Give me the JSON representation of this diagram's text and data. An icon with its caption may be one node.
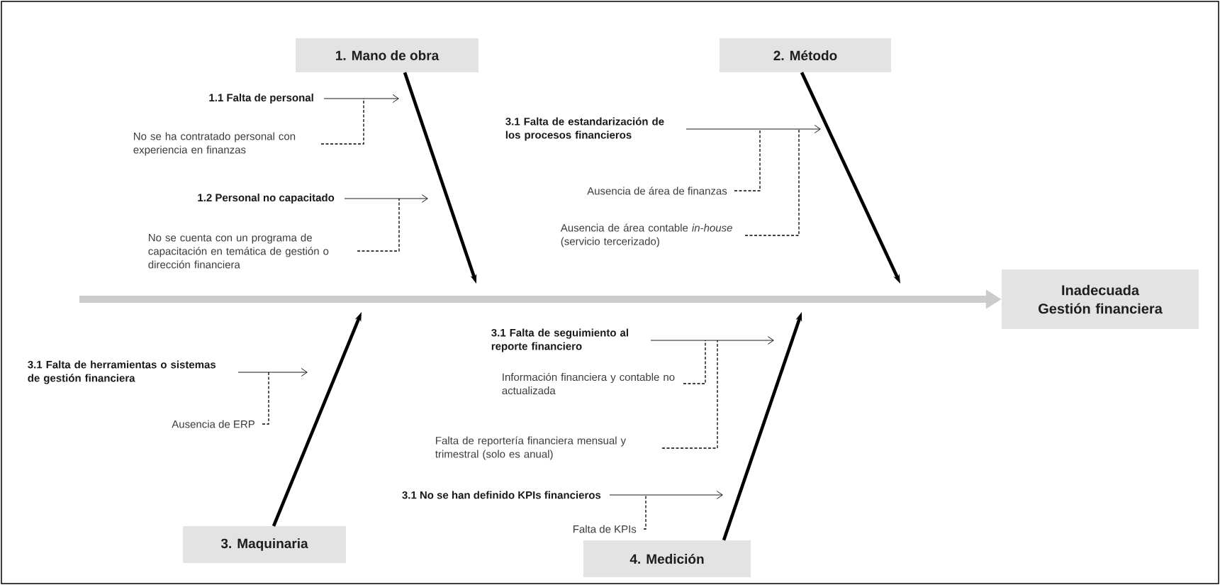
{
  "diagram": {
    "nodes": [
      {
        "text": [
          "1. Mano de obra"
        ]
      },
      {
        "text": [
          "2. Método"
        ]
      },
      {
        "text": [
          "1.1 Falta de personal"
        ]
      },
      {
        "text": [
          "No se ha contratado personal con experiencia en finanzas"
        ]
      },
      {
        "text": [
          "1.2 Personal no capacitado"
        ]
      },
      {
        "text": [
          "No se cuenta con un programa de capacitación en temática de gestión o dirección financiera"
        ]
      },
      {
        "text": [
          "3.1 Falta de estandarización de los procesos financieros"
        ]
      },
      {
        "text": [
          "Ausencia de área de finanzas"
        ]
      },
      {
        "text": [
          "Ausencia de área contable *in-house* (servicio tercerizado)"
        ]
      },
      {
        "text": [
          "Inadecuada Gestión financiera"
        ]
      },
      {
        "text": [
          "3.1 Falta de herramientas o sistemas de gestión financiera"
        ]
      },
      {
        "text": [
          "Ausencia de ERP"
        ]
      },
      {
        "text": [
          "3.1 Falta de seguimiento al reporte financiero"
        ]
      },
      {
        "text": [
          "Información financiera y contable no actualizada"
        ]
      },
      {
        "text": [
          "Falta de reportería financiera mensual y trimestral (solo es anual)"
        ]
      },
      {
        "text": [
          "3.1 No se han definido KPIs financieros"
        ]
      },
      {
        "text": [
          "Falta de KPIs"
        ]
      },
      {
        "text": [
          "3. Maquinaria"
        ]
      },
      {
        "text": [
          "4. Medición"
        ]
      }
    ],
    "edges": [
      {
        "from": null,
        "to": 9,
        "arrow": "to",
        "style": "thick",
        "color": "#cccccc"
      },
      {
        "from": 0,
        "to": null,
        "arrow": "to",
        "style": "thick"
      },
      {
        "from": 1,
        "to": null,
        "arrow": "to",
        "style": "thick"
      },
      {
        "from": 17,
        "to": null,
        "arrow": "to",
        "style": "thick"
      },
      {
        "from": 18,
        "to": null,
        "arrow": "to",
        "style": "thick"
      },
      {
        "from": 2,
        "to": null,
        "arrow": "to"
      },
      {
        "from": 4,
        "to": null,
        "arrow": "to"
      },
      {
        "from": 6,
        "to": null,
        "arrow": "to"
      },
      {
        "from": 10,
        "to": null,
        "arrow": "to"
      },
      {
        "from": 12,
        "to": null,
        "arrow": "to"
      },
      {
        "from": 15,
        "to": null,
        "arrow": "to"
      },
      {
        "from": 3,
        "to": null,
        "arrow": "none",
        "style": "dashed"
      },
      {
        "from": 5,
        "to": null,
        "arrow": "none",
        "style": "dashed"
      },
      {
        "from": 7,
        "to": null,
        "arrow": "none",
        "style": "dashed"
      },
      {
        "from": 8,
        "to": null,
        "arrow": "none",
        "style": "dashed"
      },
      {
        "from": 11,
        "to": null,
        "arrow": "none",
        "style": "dashed"
      },
      {
        "from": 13,
        "to": null,
        "arrow": "none",
        "style": "dashed"
      },
      {
        "from": 14,
        "to": null,
        "arrow": "none",
        "style": "dashed"
      },
      {
        "from": 16,
        "to": null,
        "arrow": "none",
        "style": "dashed"
      }
    ]
  }
}
